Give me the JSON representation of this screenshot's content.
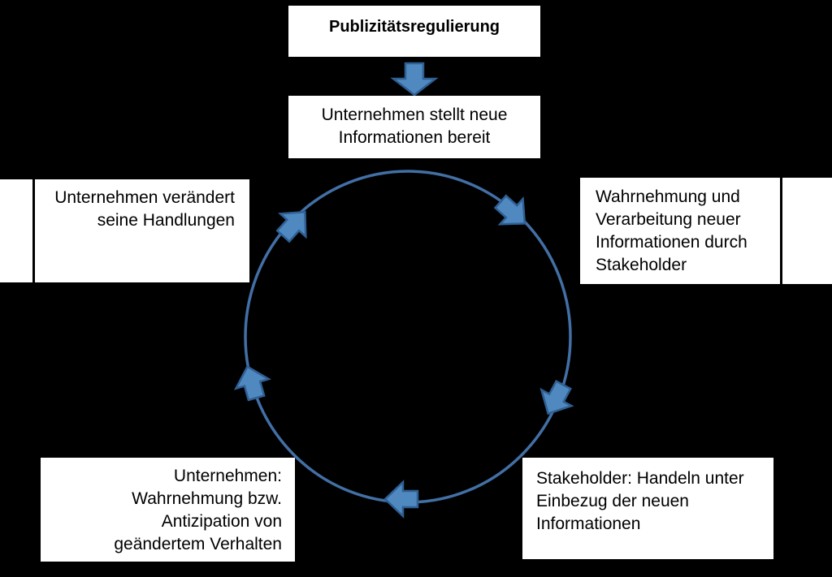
{
  "page": {
    "background": "#000000"
  },
  "colors": {
    "box_background": "#FFFFFF",
    "text": "#000000",
    "arrow_fill": "#4F89C0",
    "arrow_stroke": "#2F5F93",
    "circle_stroke": "#426FA5",
    "connector_line": "#000000"
  },
  "title_box": {
    "label": "Publizitätsregulierung"
  },
  "source_box": {
    "lines": [
      "Unternehmen stellt neue",
      "Informationen bereit"
    ]
  },
  "right_box": {
    "lines": [
      "Wahrnehmung und",
      "Verarbeitung neuer",
      "Informationen durch",
      "Stakeholder"
    ]
  },
  "bottom_right_box": {
    "lines": [
      "Stakeholder: Handeln unter",
      "Einbezug der neuen",
      "Informationen"
    ]
  },
  "bottom_left_box": {
    "lines": [
      "Unternehmen:",
      "Wahrnehmung bzw.",
      "Antizipation von",
      "geändertem Verhalten"
    ]
  },
  "left_box": {
    "lines": [
      "Unternehmen verändert",
      "seine Handlungen"
    ]
  },
  "cycle": {
    "direction": "clockwise",
    "arrow_count": 5
  }
}
